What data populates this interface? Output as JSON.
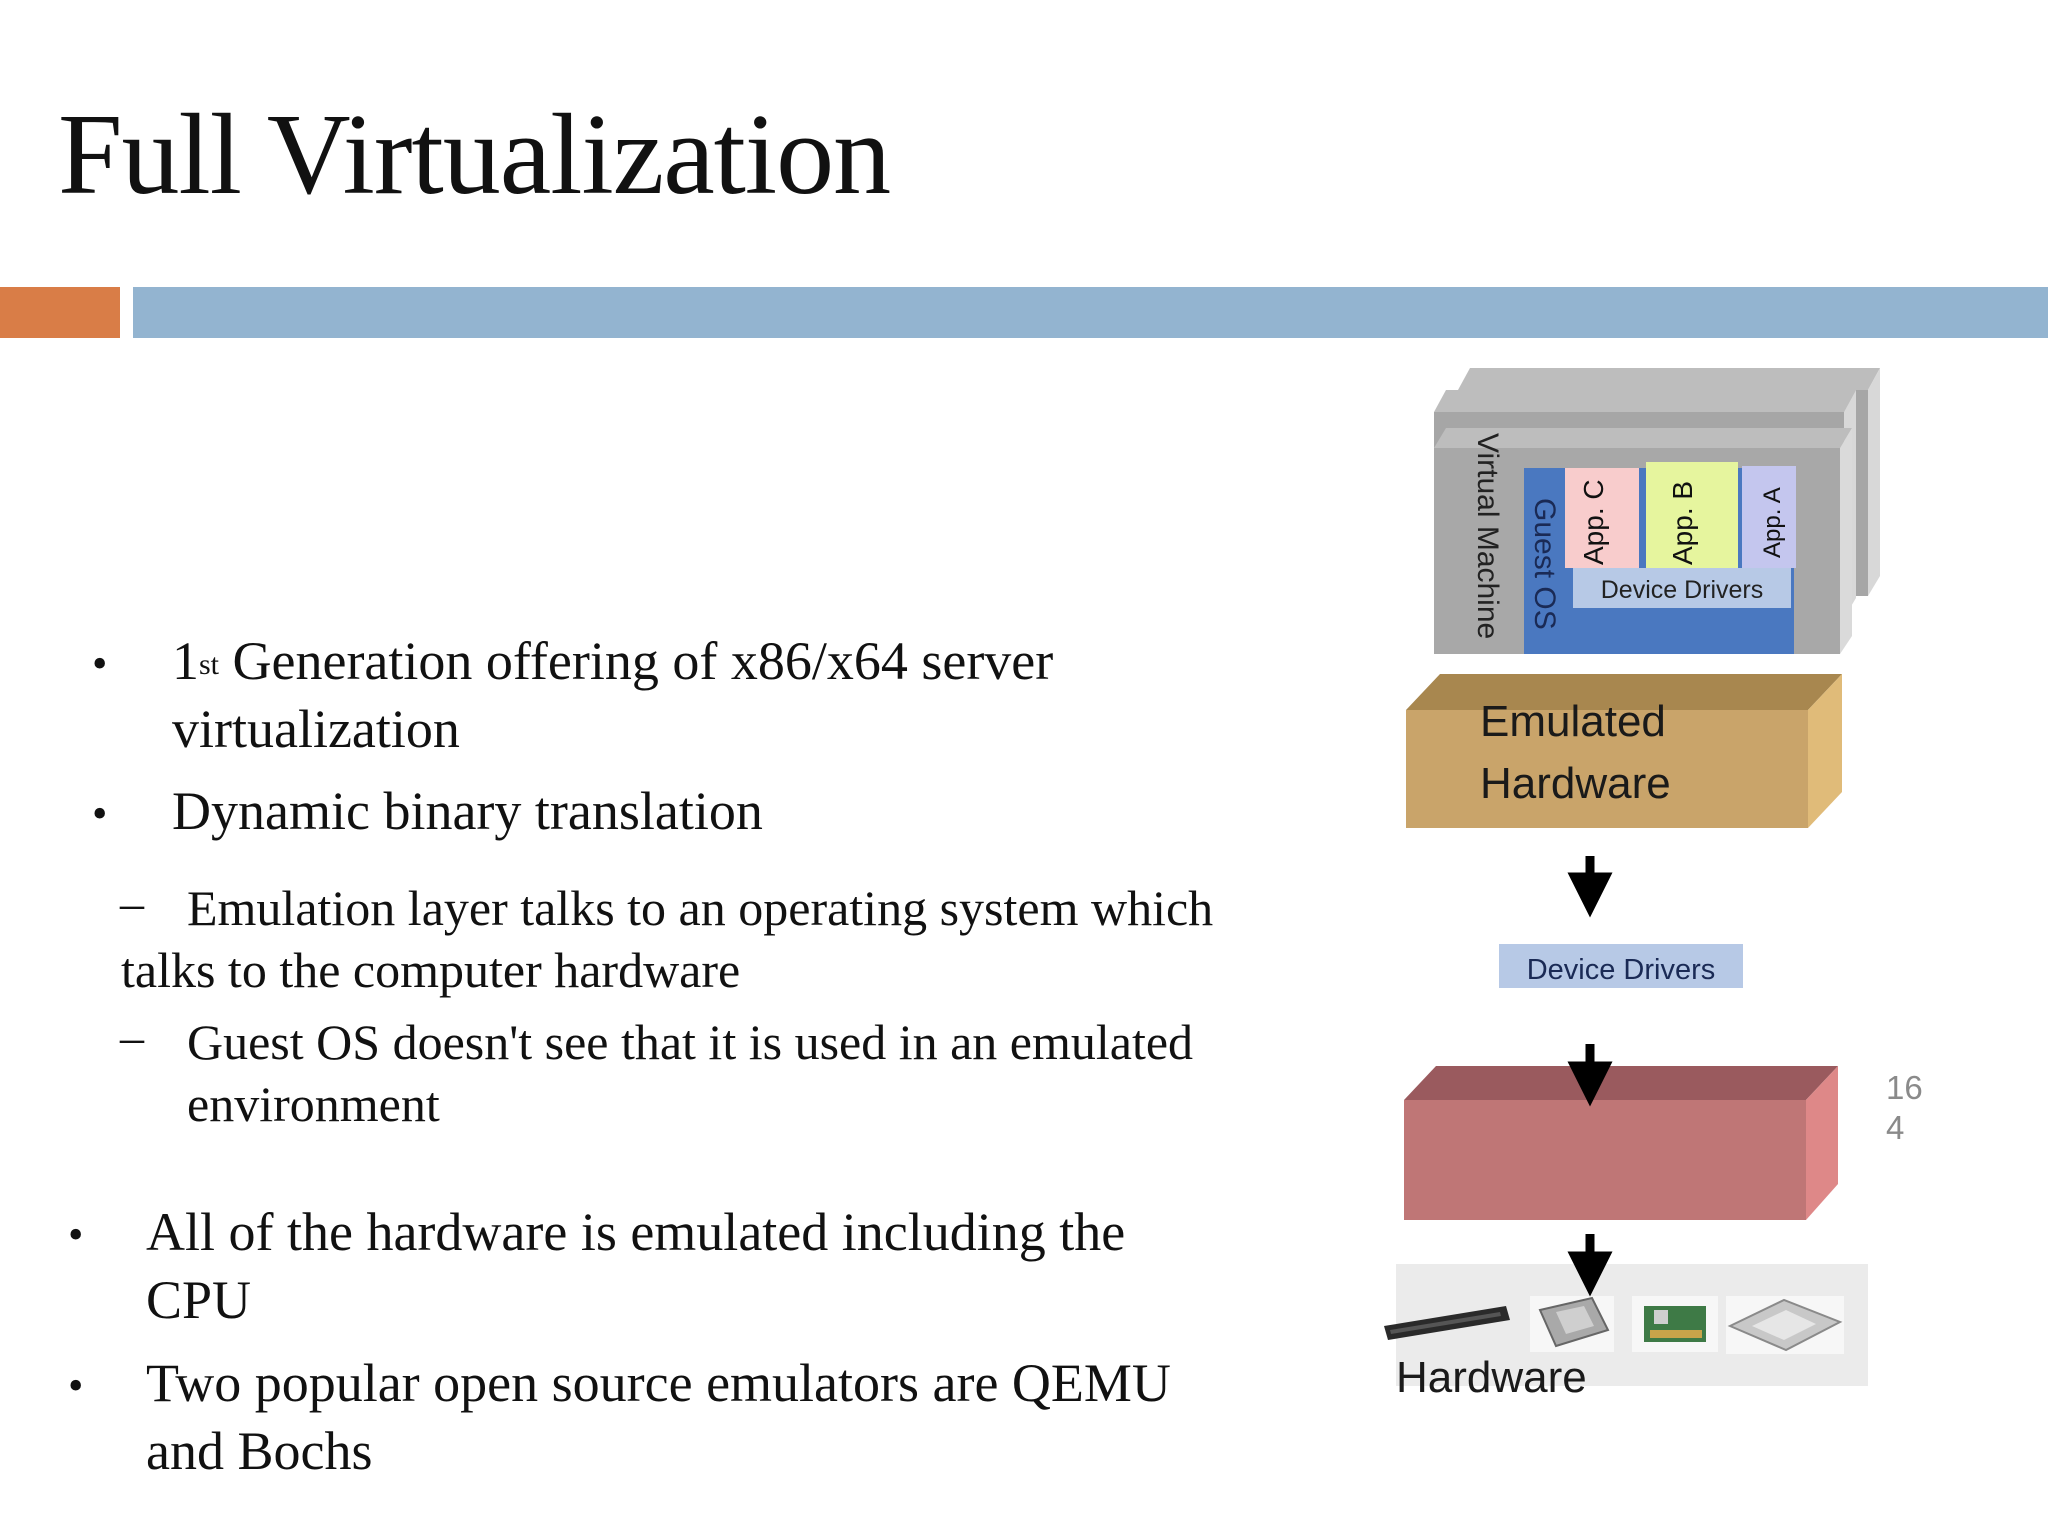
{
  "slide": {
    "title": "Full Virtualization",
    "page_number_line1": "16",
    "page_number_line2": "4"
  },
  "colors": {
    "accent_orange": "#d97d47",
    "accent_blue": "#93b4d0",
    "guest_os_blue": "#4a78c0",
    "device_drivers_blue": "#b7c9e6",
    "emulated_hw_tan": "#c9a46a",
    "hardware_red": "#bf7676"
  },
  "bullets": {
    "b1_num": "1",
    "b1_sup": "st",
    "b1_line1": "Generation offering of x86/x64 server",
    "b1_line2": "virtualization",
    "b2": "Dynamic binary translation",
    "s1_line1": "Emulation layer talks to an operating system which",
    "s1_line2": "talks to the computer hardware",
    "s2_line1": "Guest OS doesn't see that it is used in an emulated",
    "s2_line2": "environment",
    "b3_line1": "All of the hardware is emulated including the",
    "b3_line2": "CPU",
    "b4_line1": "Two popular open source emulators are QEMU",
    "b4_line2": "and Bochs",
    "bullet_glyph": "•",
    "dash_glyph": "–"
  },
  "diagram": {
    "virtual_machine": "Virtual Machine",
    "guest_os": "Guest OS",
    "app_c": "App. C",
    "app_b": "App. B",
    "app_a": "App. A",
    "vm_device_drivers": "Device Drivers",
    "emulated_line1": "Emulated",
    "emulated_line2": "Hardware",
    "host_device_drivers": "Device Drivers",
    "hardware_label": "Hardware"
  }
}
